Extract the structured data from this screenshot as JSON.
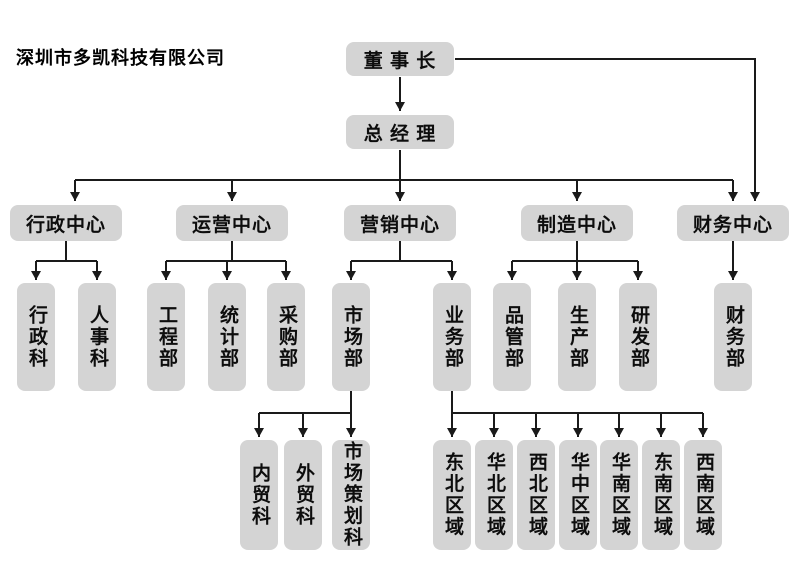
{
  "company_name": "深圳市多凯科技有限公司",
  "colors": {
    "node_fill": "#d4d4d4",
    "line": "#1a1a1a",
    "text": "#0d0d0d",
    "background": "#ffffff"
  },
  "org": {
    "chairman": {
      "label": "董 事 长"
    },
    "general_manager": {
      "label": "总 经 理"
    },
    "centers": [
      {
        "label": "行政中心",
        "departments": [
          {
            "label": "行政科"
          },
          {
            "label": "人事科"
          }
        ]
      },
      {
        "label": "运营中心",
        "departments": [
          {
            "label": "工程部"
          },
          {
            "label": "统计部"
          },
          {
            "label": "采购部"
          }
        ]
      },
      {
        "label": "营销中心",
        "departments": [
          {
            "label": "市场部",
            "children": [
              {
                "label": "内贸科"
              },
              {
                "label": "外贸科"
              },
              {
                "label": "市场策划科"
              }
            ]
          },
          {
            "label": "业务部",
            "children": [
              {
                "label": "东北区域"
              },
              {
                "label": "华北区域"
              },
              {
                "label": "西北区域"
              },
              {
                "label": "华中区域"
              },
              {
                "label": "华南区域"
              },
              {
                "label": "东南区域"
              },
              {
                "label": "西南区域"
              }
            ]
          }
        ]
      },
      {
        "label": "制造中心",
        "departments": [
          {
            "label": "品管部"
          },
          {
            "label": "生产部"
          },
          {
            "label": "研发部"
          }
        ]
      },
      {
        "label": "财务中心",
        "departments": [
          {
            "label": "财务部"
          }
        ]
      }
    ]
  }
}
